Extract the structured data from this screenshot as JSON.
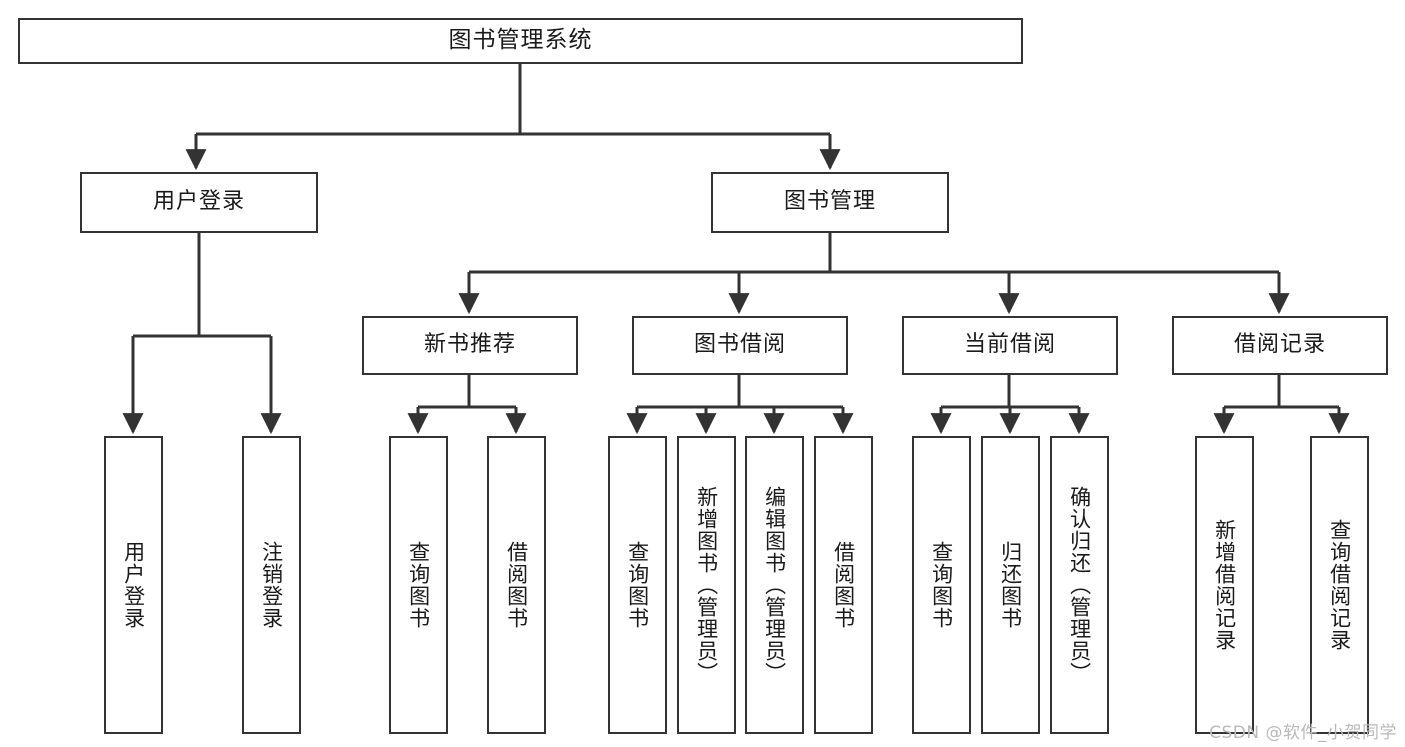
{
  "diagram": {
    "kind": "functional-structure-tree",
    "root": {
      "id": "root",
      "label": "图书管理系统"
    },
    "level2": [
      {
        "id": "user-login",
        "label": "用户登录"
      },
      {
        "id": "book-management",
        "label": "图书管理"
      }
    ],
    "level3": [
      {
        "id": "new-book-recommend",
        "label": "新书推荐",
        "parent": "book-management"
      },
      {
        "id": "book-borrow",
        "label": "图书借阅",
        "parent": "book-management"
      },
      {
        "id": "current-borrow",
        "label": "当前借阅",
        "parent": "book-management"
      },
      {
        "id": "borrow-record",
        "label": "借阅记录",
        "parent": "book-management"
      }
    ],
    "leaves": {
      "user-login": [
        {
          "id": "leaf-user-login",
          "label": "用户登录"
        },
        {
          "id": "leaf-user-logout",
          "label": "注销登录"
        }
      ],
      "new-book-recommend": [
        {
          "id": "leaf-query-book-1",
          "label": "查询图书"
        },
        {
          "id": "leaf-borrow-book-1",
          "label": "借阅图书"
        }
      ],
      "book-borrow": [
        {
          "id": "leaf-query-book-2",
          "label": "查询图书"
        },
        {
          "id": "leaf-add-book",
          "label": "新增图书（管理员）"
        },
        {
          "id": "leaf-edit-book",
          "label": "编辑图书（管理员）"
        },
        {
          "id": "leaf-borrow-book-2",
          "label": "借阅图书"
        }
      ],
      "current-borrow": [
        {
          "id": "leaf-query-book-3",
          "label": "查询图书"
        },
        {
          "id": "leaf-return-book",
          "label": "归还图书"
        },
        {
          "id": "leaf-confirm-return",
          "label": "确认归还（管理员）"
        }
      ],
      "borrow-record": [
        {
          "id": "leaf-add-record",
          "label": "新增借阅记录"
        },
        {
          "id": "leaf-query-record",
          "label": "查询借阅记录"
        }
      ]
    }
  },
  "watermark": {
    "text": "CSDN @软件_小贺同学"
  },
  "colors": {
    "background": "#ffffff",
    "node_border": "#333333",
    "node_fill": "#ffffff",
    "edge": "#333333",
    "text": "#1a1a1a",
    "watermark": "#b9b9b9"
  }
}
